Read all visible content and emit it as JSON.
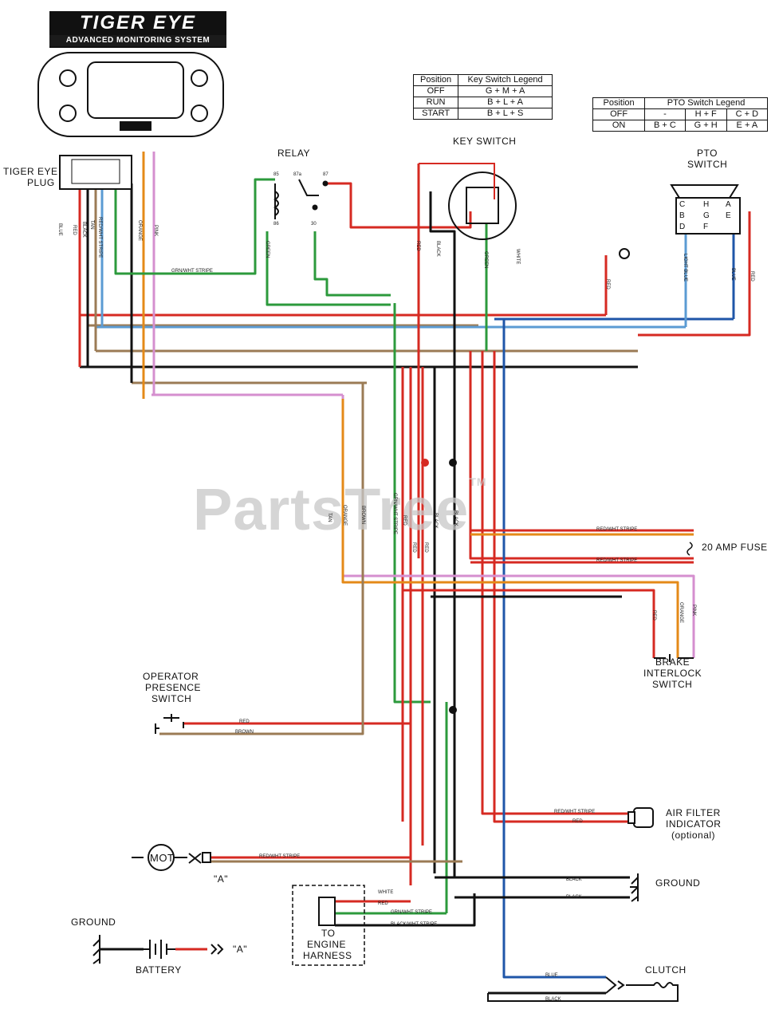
{
  "logo": {
    "title": "TIGER EYE",
    "subtitle": "ADVANCED MONITORING SYSTEM"
  },
  "labels": {
    "relay": "RELAY",
    "key_switch": "KEY SWITCH",
    "pto_switch_1": "PTO",
    "pto_switch_2": "SWITCH",
    "tiger_eye_plug_1": "TIGER EYE",
    "tiger_eye_plug_2": "PLUG",
    "operator_presence_1": "OPERATOR",
    "operator_presence_2": "PRESENCE",
    "operator_presence_3": "SWITCH",
    "brake_interlock_1": "BRAKE",
    "brake_interlock_2": "INTERLOCK",
    "brake_interlock_3": "SWITCH",
    "air_filter_1": "AIR FILTER",
    "air_filter_2": "INDICATOR",
    "air_filter_3": "(optional)",
    "ground_right": "GROUND",
    "ground_left": "GROUND",
    "battery": "BATTERY",
    "clutch": "CLUTCH",
    "mot": "MOT",
    "fuse": "20 AMP FUSE",
    "to_engine_1": "TO",
    "to_engine_2": "ENGINE",
    "to_engine_3": "HARNESS",
    "point_a_mot": "\"A\"",
    "point_a_batt": "\"A\"",
    "watermark": "PartsTree",
    "tm": "TM"
  },
  "key_legend": {
    "headers": [
      "Position",
      "Key Switch Legend"
    ],
    "rows": [
      [
        "OFF",
        "G + M + A"
      ],
      [
        "RUN",
        "B + L + A"
      ],
      [
        "START",
        "B + L + S"
      ]
    ]
  },
  "pto_legend": {
    "headers": [
      "Position",
      "PTO Switch Legend"
    ],
    "rows": [
      [
        "OFF",
        "-",
        "H + F",
        "C + D"
      ],
      [
        "ON",
        "B + C",
        "G + H",
        "E + A"
      ]
    ]
  },
  "pto_switch_terminals": [
    "C",
    "H",
    "A",
    "B",
    "G",
    "E",
    "D",
    "F"
  ],
  "relay_terminals": [
    "85",
    "87a",
    "87",
    "86",
    "30"
  ],
  "wire_labels": {
    "grn_wht": "GRN/WHT STRIPE",
    "red_wht_fuse1": "RED/WHT STRIPE",
    "red_wht_fuse2": "RED/WHT STRIPE",
    "red_opp": "RED",
    "brown_opp": "BROWN",
    "red_wht_mot": "RED/WHT STRIPE",
    "red_wht_air": "RED/WHT STRIPE",
    "red_air": "RED",
    "black_g1": "BLACK",
    "black_g2": "BLACK",
    "blue_clutch": "BLUE",
    "black_clutch": "BLACK",
    "white_eng": "WHITE",
    "red_eng": "RED",
    "grn_wht_eng": "GRN/WHT STRIPE",
    "blk_wht_eng": "BLACK/WHT STRIPE",
    "v_blue": "BLUE",
    "v_red1": "RED",
    "v_black": "BLACK",
    "v_red_wht": "RED/WHT STRIPE",
    "v_tan": "TAN",
    "v_orange": "ORANGE",
    "v_pink": "PINK",
    "v_green": "GREEN",
    "v_red_ks": "RED",
    "v_black_ks": "BLACK",
    "v_green_ks": "GREEN",
    "v_white_ks": "WHITE",
    "v_red_mid": "RED",
    "v_light_blue": "LIGHT BLUE",
    "v_blue_pto": "BLUE",
    "v_red_pto": "RED",
    "v_tan_c": "TAN",
    "v_orange_c": "ORANGE",
    "v_brown_c": "BROWN",
    "v_grn_wht_c": "GRN/WHT STRIPE",
    "v_red_c1": "RED",
    "v_red_c2": "RED",
    "v_black_c1": "BLACK",
    "v_red_c3": "RED",
    "v_black_c2": "BLACK",
    "v_red_brake": "RED",
    "v_orange_brake": "ORANGE",
    "v_pink_brake": "PINK"
  },
  "colors": {
    "red": "#d62a22",
    "black": "#111111",
    "green": "#2c9a3c",
    "blue": "#1f56a8",
    "light_blue": "#5b9bd3",
    "orange": "#e48a18",
    "pink": "#d58fcf",
    "brown": "#9b7b55"
  }
}
